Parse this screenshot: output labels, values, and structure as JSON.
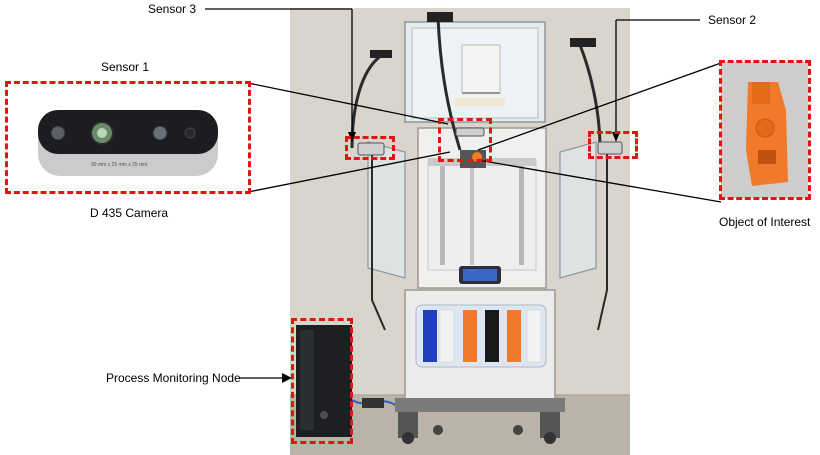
{
  "labels": {
    "sensor3": "Sensor 3",
    "sensor2": "Sensor 2",
    "sensor1": "Sensor 1",
    "camera": "D 435 Camera",
    "object": "Object of Interest",
    "node": "Process Monitoring Node"
  },
  "camera_dims_text": "90 mm x 25 mm x 25 mm",
  "colors": {
    "callout_red": "#e0160f",
    "printer_orange": "#f07a2a",
    "filament_blue": "#1f3fbf",
    "filament_black": "#1a1a1a",
    "filament_white": "#f2f2f2"
  }
}
